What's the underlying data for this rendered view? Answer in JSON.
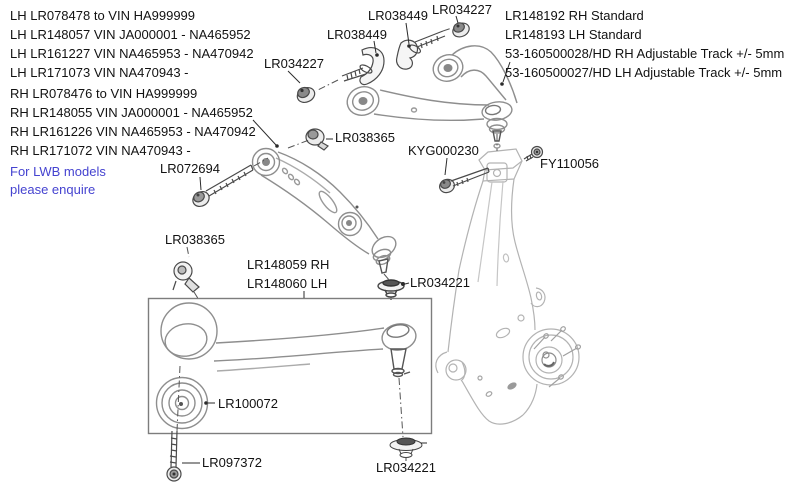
{
  "colors": {
    "label_text": "#121212",
    "note_blue": "#4543d0",
    "arm_line_gray": "#8e8e8e",
    "knuckle_line_gray": "#b3b3b3",
    "hardware_gray": "#4a4a4a",
    "box_border_gray": "#7d7d7d"
  },
  "variant_blocks": {
    "lh_upper": {
      "lines": [
        "LH LR078478 to VIN HA999999",
        "LH LR148057 VIN JA000001 - NA465952",
        "LH LR161227 VIN NA465953 - NA470942",
        "LH LR171073 VIN NA470943 -"
      ]
    },
    "rh_upper": {
      "lines": [
        "RH LR078476 to VIN HA999999",
        "RH LR148055 VIN JA000001 - NA465952",
        "RH LR161226 VIN NA465953 - NA470942",
        "RH LR171072 VIN NA470943 -"
      ]
    },
    "lwb_note": {
      "lines": [
        "For LWB models",
        "please enquire"
      ]
    },
    "rear_upper": {
      "lines": [
        "LR148192 RH Standard",
        "LR148193 LH Standard",
        "53-160500028/HD RH Adjustable Track +/- 5mm",
        "53-160500027/HD LH Adjustable Track +/- 5mm"
      ]
    }
  },
  "part_labels": {
    "cam_bolt_right": "LR038449",
    "cam_nut_right": "LR034227",
    "cam_bolt_left": "LR038449",
    "cam_nut_left": "LR034227",
    "pivot_bolt": "LR072694",
    "pivot_nut": "LR038365",
    "knuckle_pinch_bolt": "KYG000230",
    "knuckle_screw": "FY110056",
    "retainer_clip": "LR038365",
    "lower_arm_rh": "LR148059 RH",
    "lower_arm_lh": "LR148060 LH",
    "balljoint_washer_upper": "LR034221",
    "bushing": "LR100072",
    "lower_arm_bolt": "LR097372",
    "balljoint_washer_lower": "LR034221"
  }
}
